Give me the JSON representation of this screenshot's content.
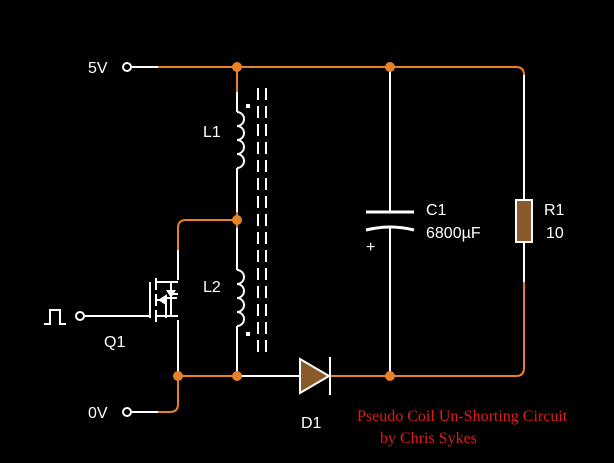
{
  "colors": {
    "background": "#000000",
    "wire_active": "#e8822a",
    "wire_passive": "#ffffff",
    "component": "#ffffff",
    "resistor_body": "#8b5a2b",
    "diode_body": "#8b5a2b",
    "caption": "#e01b1b",
    "label": "#ffffff"
  },
  "terminals": {
    "supply": "5V",
    "ground": "0V"
  },
  "components": {
    "l1": "L1",
    "l2": "L2",
    "q1": "Q1",
    "c1_ref": "C1",
    "c1_value": "6800µF",
    "c1_polarity": "+",
    "r1_ref": "R1",
    "r1_value": "10",
    "d1": "D1"
  },
  "caption": {
    "line1": "Pseudo Coil Un-Shorting Circuit",
    "line2": "by Chris Sykes"
  },
  "icons": {
    "pulse_input": "square-pulse-icon",
    "terminal": "open-circle-terminal-icon"
  }
}
